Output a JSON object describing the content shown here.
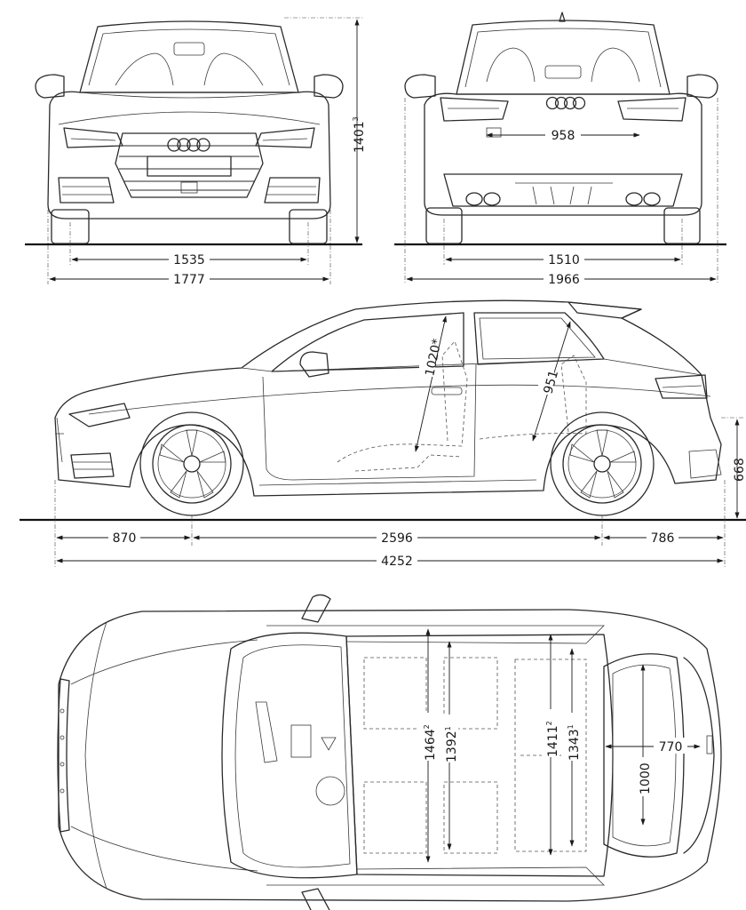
{
  "views": {
    "front": {
      "height": {
        "value": "1401",
        "note": "3"
      },
      "track": "1535",
      "width": "1777"
    },
    "rear": {
      "tailgate_width": "958",
      "track": "1510",
      "width_with_mirrors": "1966"
    },
    "side": {
      "front_headroom": "1020*",
      "rear_headroom": "951",
      "ground_to_sill": "668",
      "front_overhang": "870",
      "wheelbase": "2596",
      "rear_overhang": "786",
      "length": "4252"
    },
    "top": {
      "front_shoulder": {
        "value": "1464",
        "note": "2"
      },
      "front_elbow": {
        "value": "1392",
        "note": "1"
      },
      "rear_shoulder": {
        "value": "1411",
        "note": "2"
      },
      "rear_elbow": {
        "value": "1343",
        "note": "1"
      },
      "boot_depth": "770",
      "boot_width": "1000"
    }
  }
}
